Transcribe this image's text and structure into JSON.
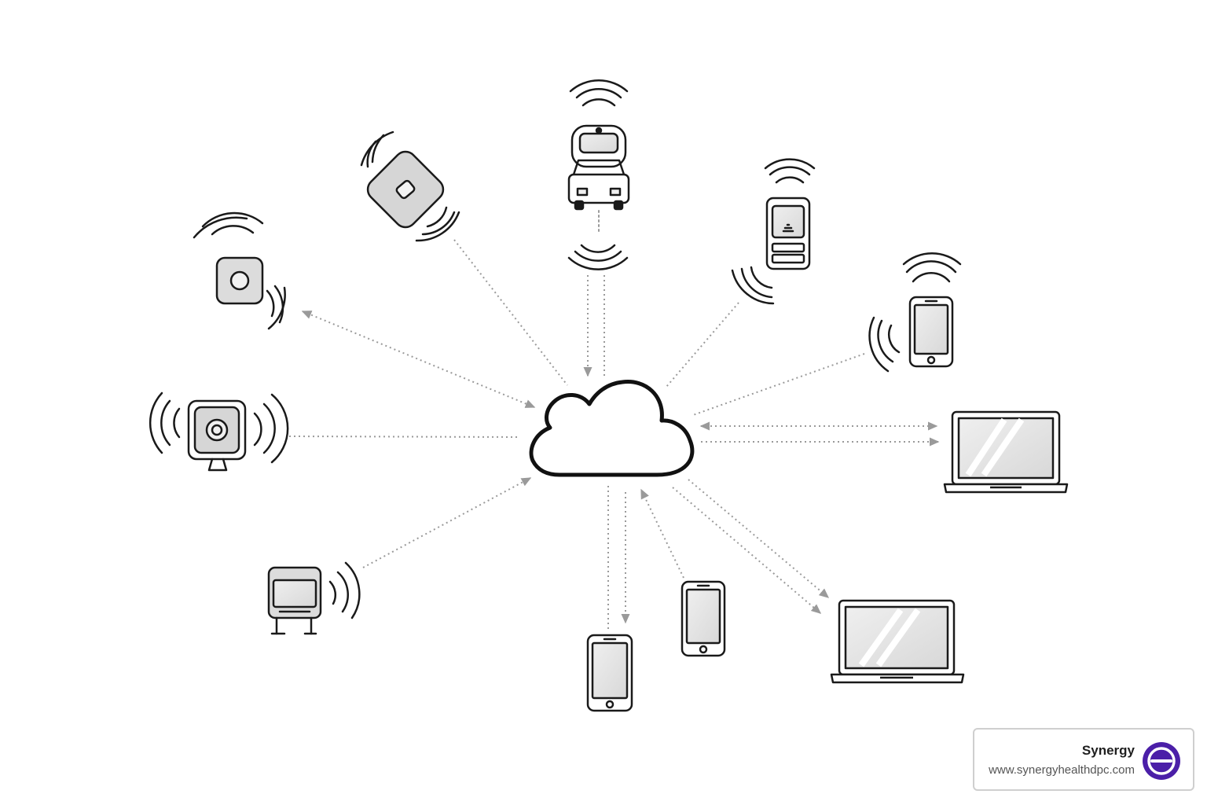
{
  "diagram": {
    "hub": {
      "icon": "cloud-icon"
    },
    "devices": [
      {
        "id": "sensor-square",
        "icon": "sensor-icon"
      },
      {
        "id": "tag-diamond",
        "icon": "wearable-tag-icon"
      },
      {
        "id": "vehicle",
        "icon": "car-icon"
      },
      {
        "id": "handheld-terminal",
        "icon": "handheld-device-icon"
      },
      {
        "id": "phone-top-right",
        "icon": "smartphone-icon"
      },
      {
        "id": "laptop-right",
        "icon": "laptop-icon"
      },
      {
        "id": "laptop-bottom-right",
        "icon": "laptop-icon"
      },
      {
        "id": "phone-bottom-middle",
        "icon": "smartphone-icon"
      },
      {
        "id": "phone-bottom",
        "icon": "smartphone-icon"
      },
      {
        "id": "kiosk-monitor",
        "icon": "monitor-stand-icon"
      },
      {
        "id": "camera-hub",
        "icon": "smart-camera-icon"
      }
    ],
    "line_color": "#9a9a9a",
    "icon_stroke": "#1a1a1a",
    "icon_fill": "#d9d9d9"
  },
  "branding": {
    "name": "Synergy",
    "url": "www.synergyhealthdpc.com",
    "logo_icon": "synergy-logo-icon",
    "logo_color": "#4b1fa8"
  }
}
